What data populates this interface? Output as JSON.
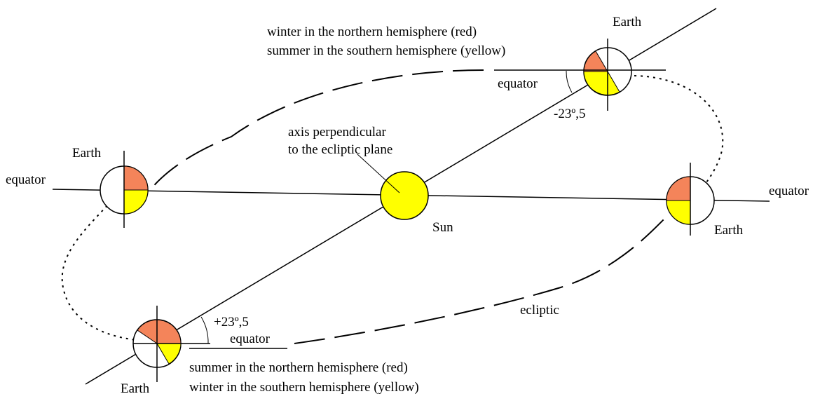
{
  "colors": {
    "north": "#f4845a",
    "south": "#ffff00",
    "sun": "#ffff00",
    "line": "#000000",
    "background": "#ffffff"
  },
  "labels": {
    "winter_north": "winter in the northern hemisphere (red)",
    "summer_south": "summer in the southern hemisphere (yellow)",
    "summer_north": "summer in the northern hemisphere (red)",
    "winter_south": "winter in the southern hemisphere (yellow)",
    "axis_line1": "axis perpendicular",
    "axis_line2": "to the ecliptic plane",
    "sun": "Sun",
    "ecliptic": "ecliptic",
    "angle_top": "-23º,5",
    "angle_bottom": "+23º,5"
  },
  "earths": {
    "top": {
      "label": "Earth",
      "equator": "equator"
    },
    "left": {
      "label": "Earth",
      "equator": "equator"
    },
    "right": {
      "label": "Earth",
      "equator": "equator"
    },
    "bottom": {
      "label": "Earth",
      "equator": "equator"
    }
  }
}
